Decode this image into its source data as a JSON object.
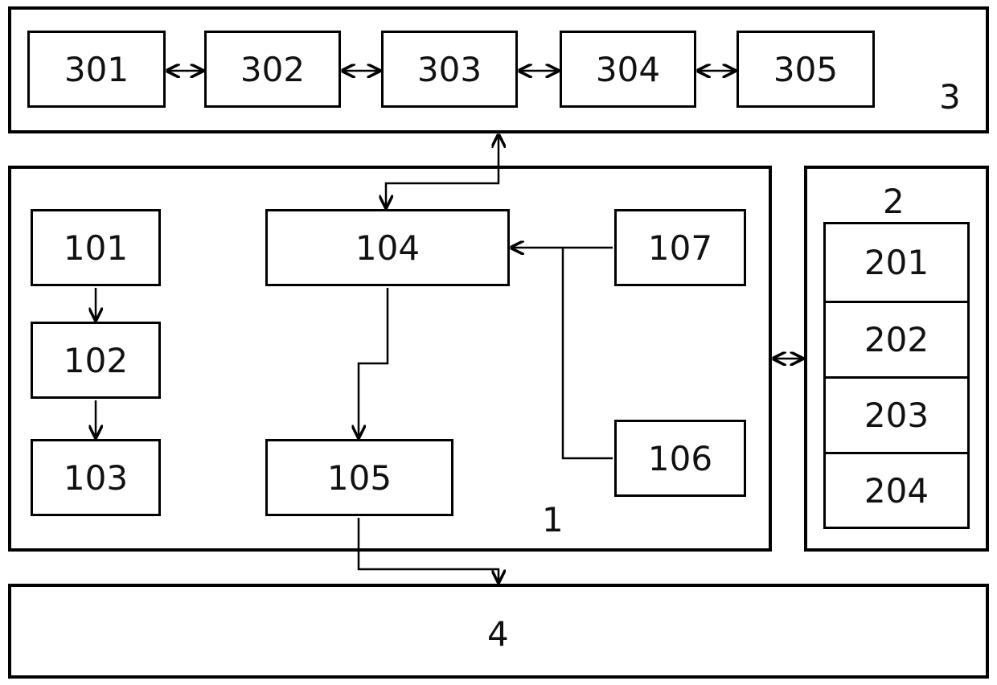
{
  "module_3": {
    "label": "3",
    "blocks": [
      "301",
      "302",
      "303",
      "304",
      "305"
    ]
  },
  "module_1": {
    "label": "1",
    "blocks": {
      "b101": "101",
      "b102": "102",
      "b103": "103",
      "b104": "104",
      "b105": "105",
      "b106": "106",
      "b107": "107"
    }
  },
  "module_2": {
    "label": "2",
    "blocks": [
      "201",
      "202",
      "203",
      "204"
    ]
  },
  "module_4": {
    "label": "4"
  }
}
